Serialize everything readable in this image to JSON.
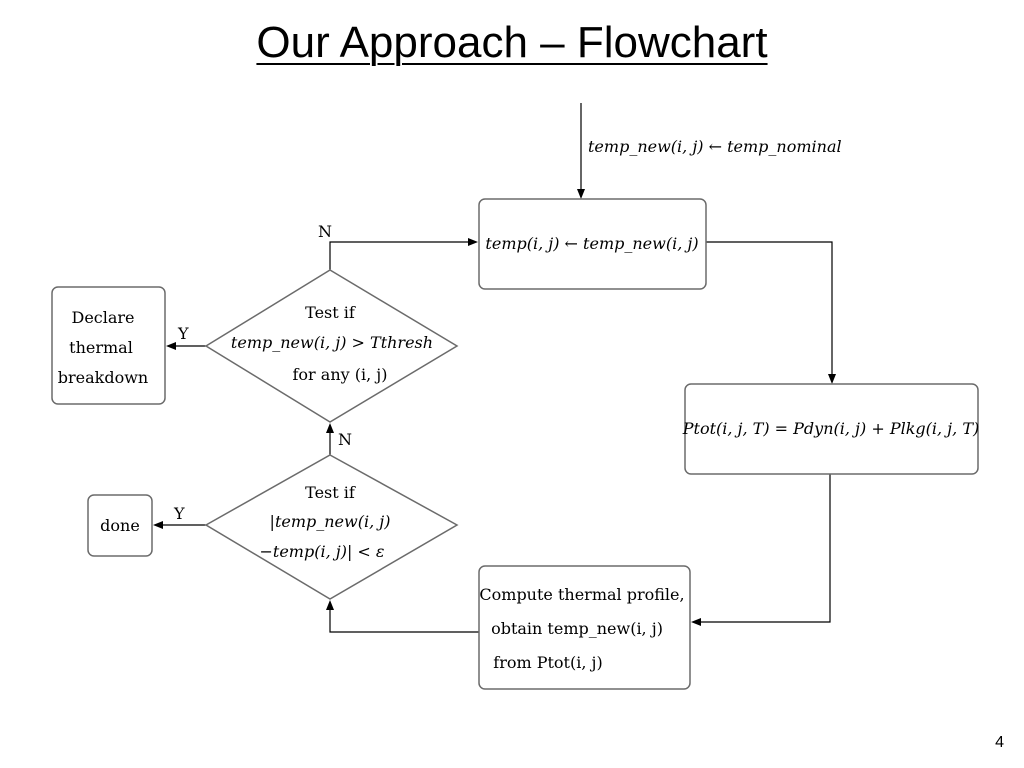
{
  "slide": {
    "title": "Our Approach – Flowchart",
    "page_number": "4"
  },
  "flowchart": {
    "input_label": "temp_new(i, j) ← temp_nominal",
    "assign_box": "temp(i, j) ← temp_new(i, j)",
    "power_box": "Ptot(i, j, T) = Pdyn(i, j) + Plkg(i, j, T)",
    "compute_box": {
      "line1": "Compute thermal profile,",
      "line2": "obtain temp_new(i, j)",
      "line3": "from Ptot(i, j)"
    },
    "convergence_test": {
      "line1": "Test if",
      "line2": "|temp_new(i, j)",
      "line3": "−temp(i, j)| < ε"
    },
    "threshold_test": {
      "line1": "Test if",
      "line2": "temp_new(i, j) > Tthresh",
      "line3": "for any (i, j)"
    },
    "done_box": "done",
    "breakdown_box": {
      "line1": "Declare",
      "line2": "thermal",
      "line3": "breakdown"
    },
    "labels": {
      "yes_breakdown": "Y",
      "no_threshold": "N",
      "yes_done": "Y",
      "no_convergence": "N"
    }
  }
}
